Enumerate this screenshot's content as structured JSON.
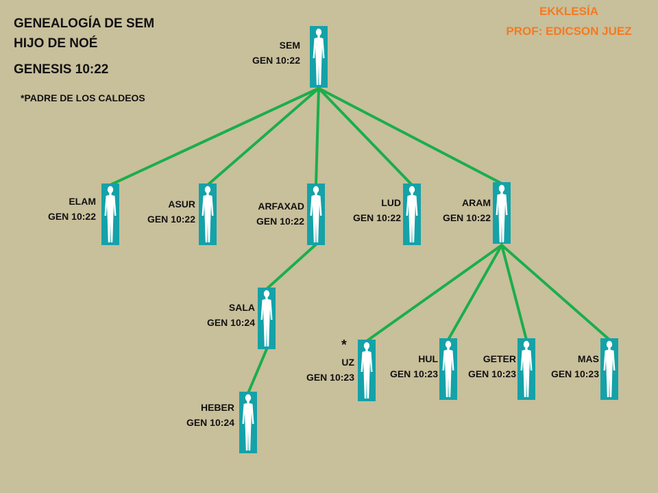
{
  "title_line1": "GENEALOGÍA DE  SEM",
  "title_line2": "HIJO DE NOÉ",
  "reference": "GENESIS  10:22",
  "note": "*PADRE DE LOS CALDEOS",
  "brand": "EKKLESÍA",
  "author": "PROF: EDICSON JUEZ",
  "colors": {
    "background": "#c8bf9b",
    "line": "#1aae4c",
    "figure_bg": "#14a2a8",
    "brand": "#f47a20"
  },
  "people": {
    "sem": {
      "name": "SEM",
      "ref": "GEN 10:22"
    },
    "elam": {
      "name": "ELAM",
      "ref": "GEN 10:22"
    },
    "asur": {
      "name": "ASUR",
      "ref": "GEN 10:22"
    },
    "arfaxad": {
      "name": "ARFAXAD",
      "ref": "GEN 10:22"
    },
    "lud": {
      "name": "LUD",
      "ref": "GEN 10:22"
    },
    "aram": {
      "name": "ARAM",
      "ref": "GEN 10:22"
    },
    "sala": {
      "name": "SALA",
      "ref": "GEN 10:24"
    },
    "heber": {
      "name": "HEBER",
      "ref": "GEN 10:24"
    },
    "uz": {
      "name": "UZ",
      "ref": "GEN 10:23",
      "mark": "*"
    },
    "hul": {
      "name": "HUL",
      "ref": "GEN 10:23"
    },
    "geter": {
      "name": "GETER",
      "ref": "GEN 10:23"
    },
    "mas": {
      "name": "MAS",
      "ref": "GEN 10:23"
    }
  }
}
